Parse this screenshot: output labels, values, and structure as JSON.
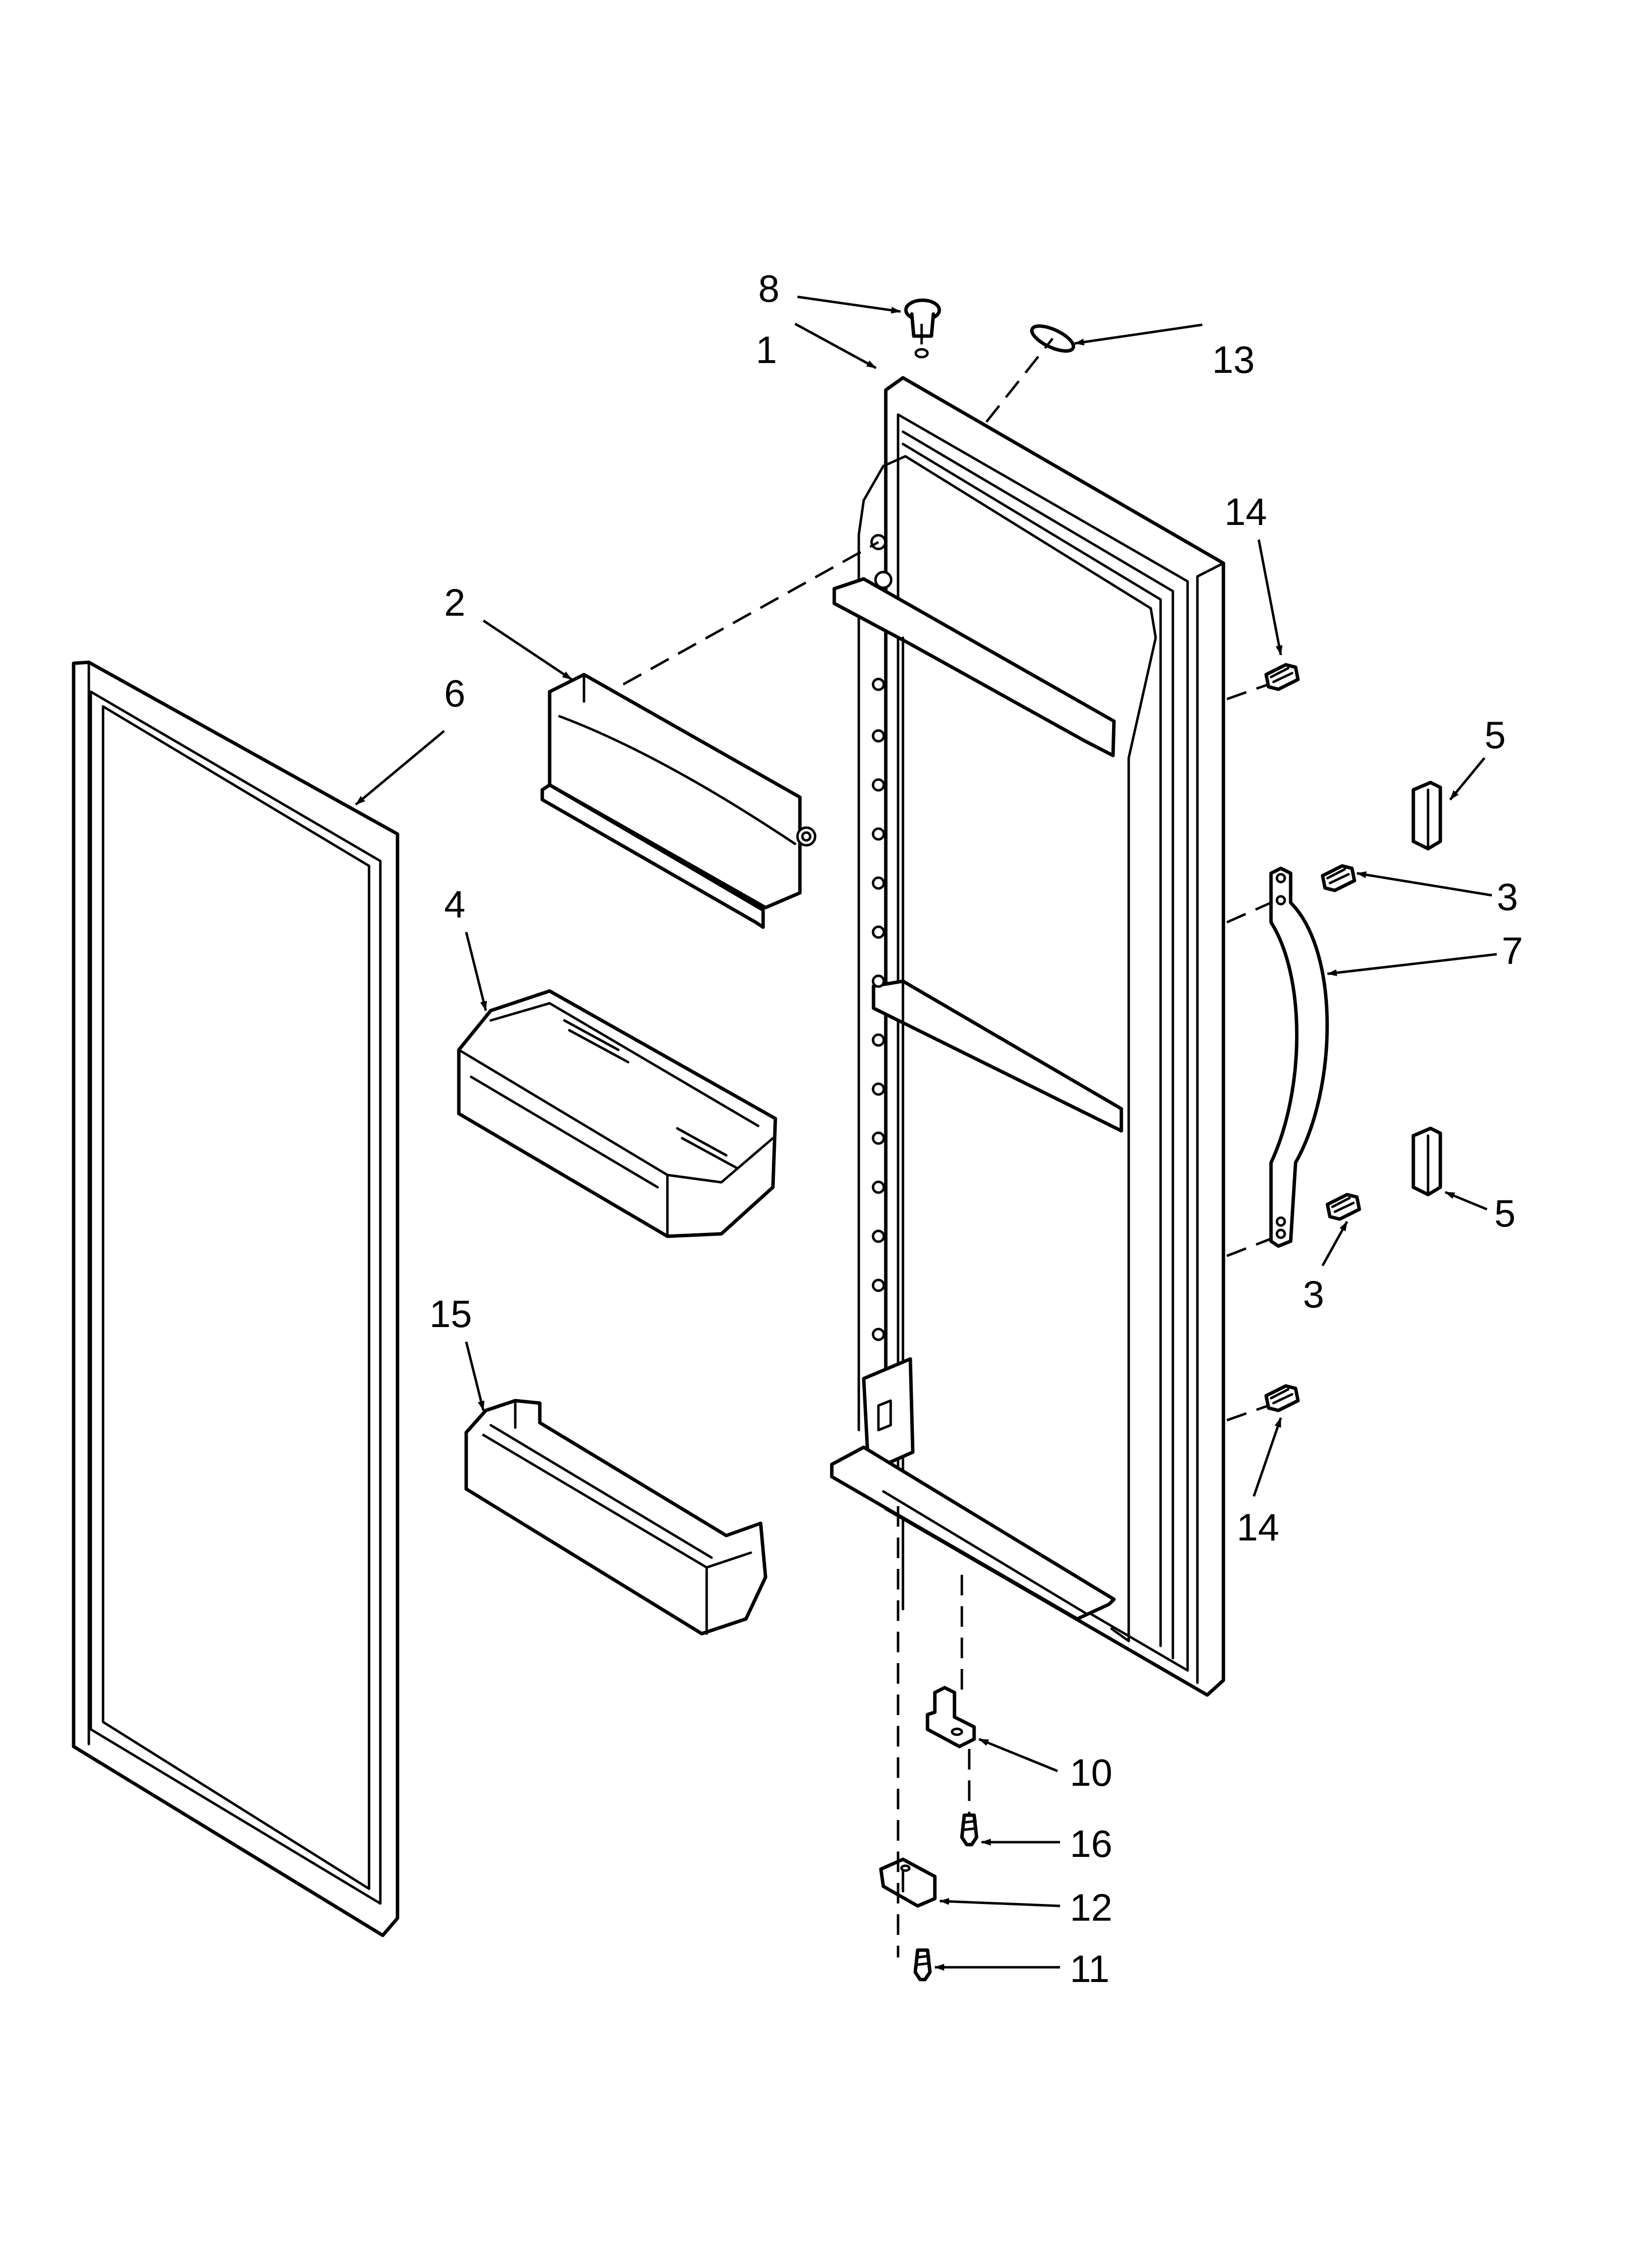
{
  "diagram": {
    "callouts": [
      {
        "id": "c8",
        "label": "8"
      },
      {
        "id": "c1",
        "label": "1"
      },
      {
        "id": "c13",
        "label": "13"
      },
      {
        "id": "c14a",
        "label": "14"
      },
      {
        "id": "c2",
        "label": "2"
      },
      {
        "id": "c6",
        "label": "6"
      },
      {
        "id": "c5a",
        "label": "5"
      },
      {
        "id": "c3a",
        "label": "3"
      },
      {
        "id": "c7",
        "label": "7"
      },
      {
        "id": "c4",
        "label": "4"
      },
      {
        "id": "c5b",
        "label": "5"
      },
      {
        "id": "c3b",
        "label": "3"
      },
      {
        "id": "c15",
        "label": "15"
      },
      {
        "id": "c14b",
        "label": "14"
      },
      {
        "id": "c10",
        "label": "10"
      },
      {
        "id": "c16",
        "label": "16"
      },
      {
        "id": "c12",
        "label": "12"
      },
      {
        "id": "c11",
        "label": "11"
      }
    ]
  }
}
